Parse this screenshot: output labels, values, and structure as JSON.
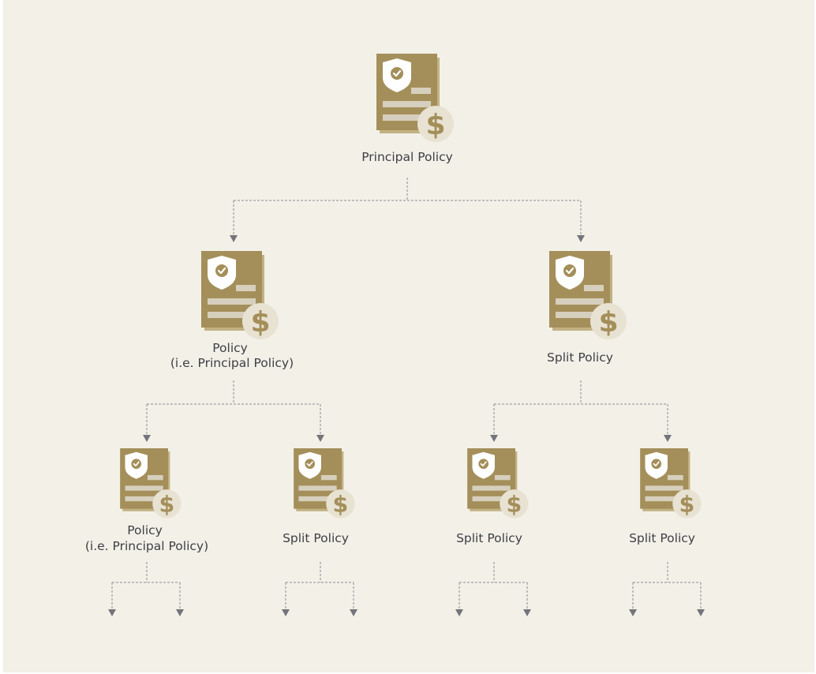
{
  "colors": {
    "background": "#f3f0e8",
    "document": "#a48f5a",
    "document_shadow": "#c2b283",
    "document_lines": "#d7cfbd",
    "shield": "#ffffff",
    "check_circle": "#a48f5a",
    "coin": "#e8e2d3",
    "dollar": "#a48f5a",
    "connector": "#8c8d90",
    "label_text": "#3d3f45"
  },
  "icons": {
    "document": "policy-document-icon",
    "shield": "shield-check-icon",
    "coin": "dollar-coin-icon"
  },
  "nodes": {
    "root": {
      "lines": [
        "Principal Policy"
      ]
    },
    "l1_left": {
      "lines": [
        "Policy",
        "(i.e. Principal Policy)"
      ]
    },
    "l1_right": {
      "lines": [
        "Split Policy"
      ]
    },
    "l2_a": {
      "lines": [
        "Policy",
        "(i.e. Principal Policy)"
      ]
    },
    "l2_b": {
      "lines": [
        "Split Policy"
      ]
    },
    "l2_c": {
      "lines": [
        "Split Policy"
      ]
    },
    "l2_d": {
      "lines": [
        "Split Policy"
      ]
    }
  }
}
